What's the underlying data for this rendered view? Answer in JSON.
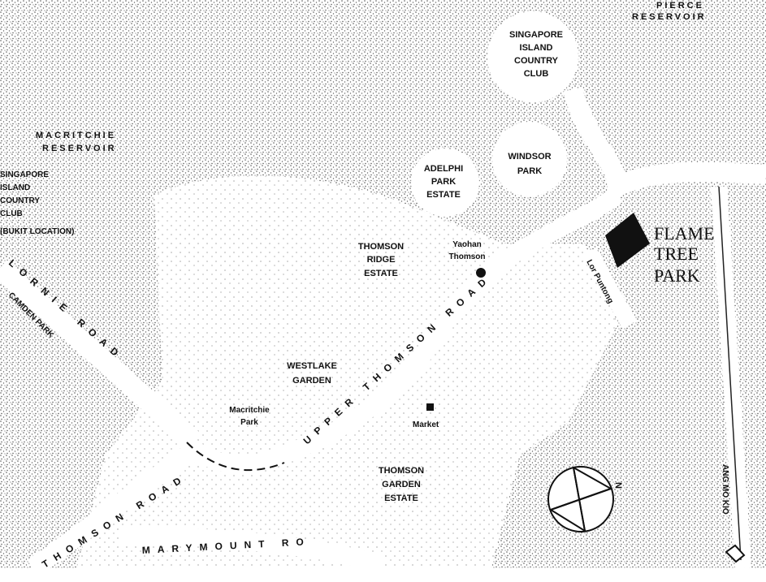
{
  "title": "Location map: Flame Tree Park",
  "labels": {
    "pierce": [
      "PIERCE",
      "RESERVOIR"
    ],
    "sicc": [
      "SINGAPORE",
      "ISLAND",
      "COUNTRY",
      "CLUB"
    ],
    "macritchie": [
      "MACRITCHIE",
      "RESERVOIR"
    ],
    "sicc_bukit": [
      "SINGAPORE",
      "ISLAND",
      "COUNTRY",
      "CLUB",
      "(BUKIT LOCATION)"
    ],
    "windsor": [
      "WINDSOR",
      "PARK"
    ],
    "adelphi": [
      "ADELPHI",
      "PARK",
      "ESTATE"
    ],
    "thomson_ridge": [
      "THOMSON",
      "RIDGE",
      "ESTATE"
    ],
    "yaohan": [
      "Yaohan",
      "Thomson"
    ],
    "flame_tree": [
      "FLAME",
      "TREE",
      "PARK"
    ],
    "lor_puntong": "Lor Puntong",
    "lornie_road": "LORNIE ROAD",
    "camden_park": "CAMDEN PARK",
    "westlake": [
      "WESTLAKE",
      "GARDEN"
    ],
    "macritchie_park": [
      "Macritchie",
      "Park"
    ],
    "upper_thomson_road": "UPPER THOMSON ROAD",
    "market": "Market",
    "thomson_garden": [
      "THOMSON",
      "GARDEN",
      "ESTATE"
    ],
    "thomson_road": "THOMSON ROAD",
    "marymount_road": "MARYMOUNT RO",
    "ang_mo_kio": "ANG MO KIO",
    "north": "N"
  },
  "colors": {
    "ink": "#111111",
    "paper": "#ffffff",
    "stipple": "#8a8a8a"
  }
}
